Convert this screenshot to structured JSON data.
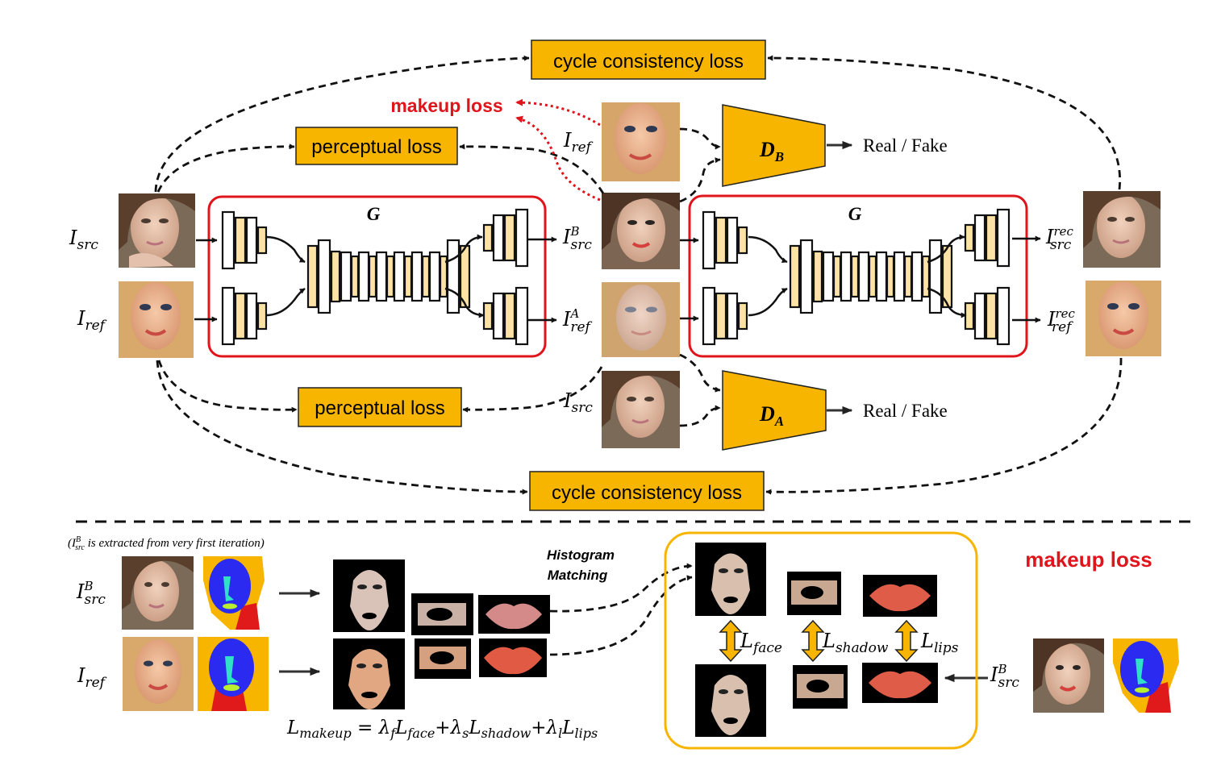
{
  "colors": {
    "loss_box": "#F7B500",
    "generator_frame": "#E0141B",
    "layer_fill": "#FCE3A5",
    "makeup_text": "#E0141B",
    "face_region": "#2A2AF0",
    "hair_region": "#F7B500",
    "neck_region": "#E01A1A",
    "feature_region": "#30E0C8",
    "lips_region": "#B8F030"
  },
  "labels": {
    "cycle_loss_top": "cycle consistency loss",
    "cycle_loss_bottom": "cycle consistency loss",
    "perceptual_loss_top": "perceptual loss",
    "perceptual_loss_bottom": "perceptual loss",
    "makeup_loss_top": "makeup loss",
    "makeup_loss_panel": "makeup loss",
    "generator_1": "G",
    "generator_2": "G",
    "disc_b_main": "D",
    "disc_b_sub": "B",
    "disc_a_main": "D",
    "disc_a_sub": "A",
    "real_fake_1": "Real / Fake",
    "real_fake_2": "Real / Fake",
    "hist_line1": "Histogram",
    "hist_line2": "Matching",
    "note_prefix": "(",
    "note_I": "I",
    "note_sub": "src",
    "note_sup": "B",
    "note_rest": " is extracted from very first iteration)"
  },
  "math": {
    "I": "I",
    "L": "L",
    "sub_src": "src",
    "sub_ref": "ref",
    "sup_B": "B",
    "sup_A": "A",
    "sup_rec": "rec",
    "sub_face": "face",
    "sub_shadow": "shadow",
    "sub_lips": "lips",
    "formula": {
      "lhs_sub": "makeup",
      "eq": " = ",
      "lam_f": "λ",
      "f": "f",
      "Lface": "face",
      "plus1": "+",
      "lam_s": "λ",
      "s": "s",
      "Lshadow": "shadow",
      "plus2": "+",
      "lam_l": "λ",
      "l": "l",
      "Llips": "lips"
    }
  }
}
